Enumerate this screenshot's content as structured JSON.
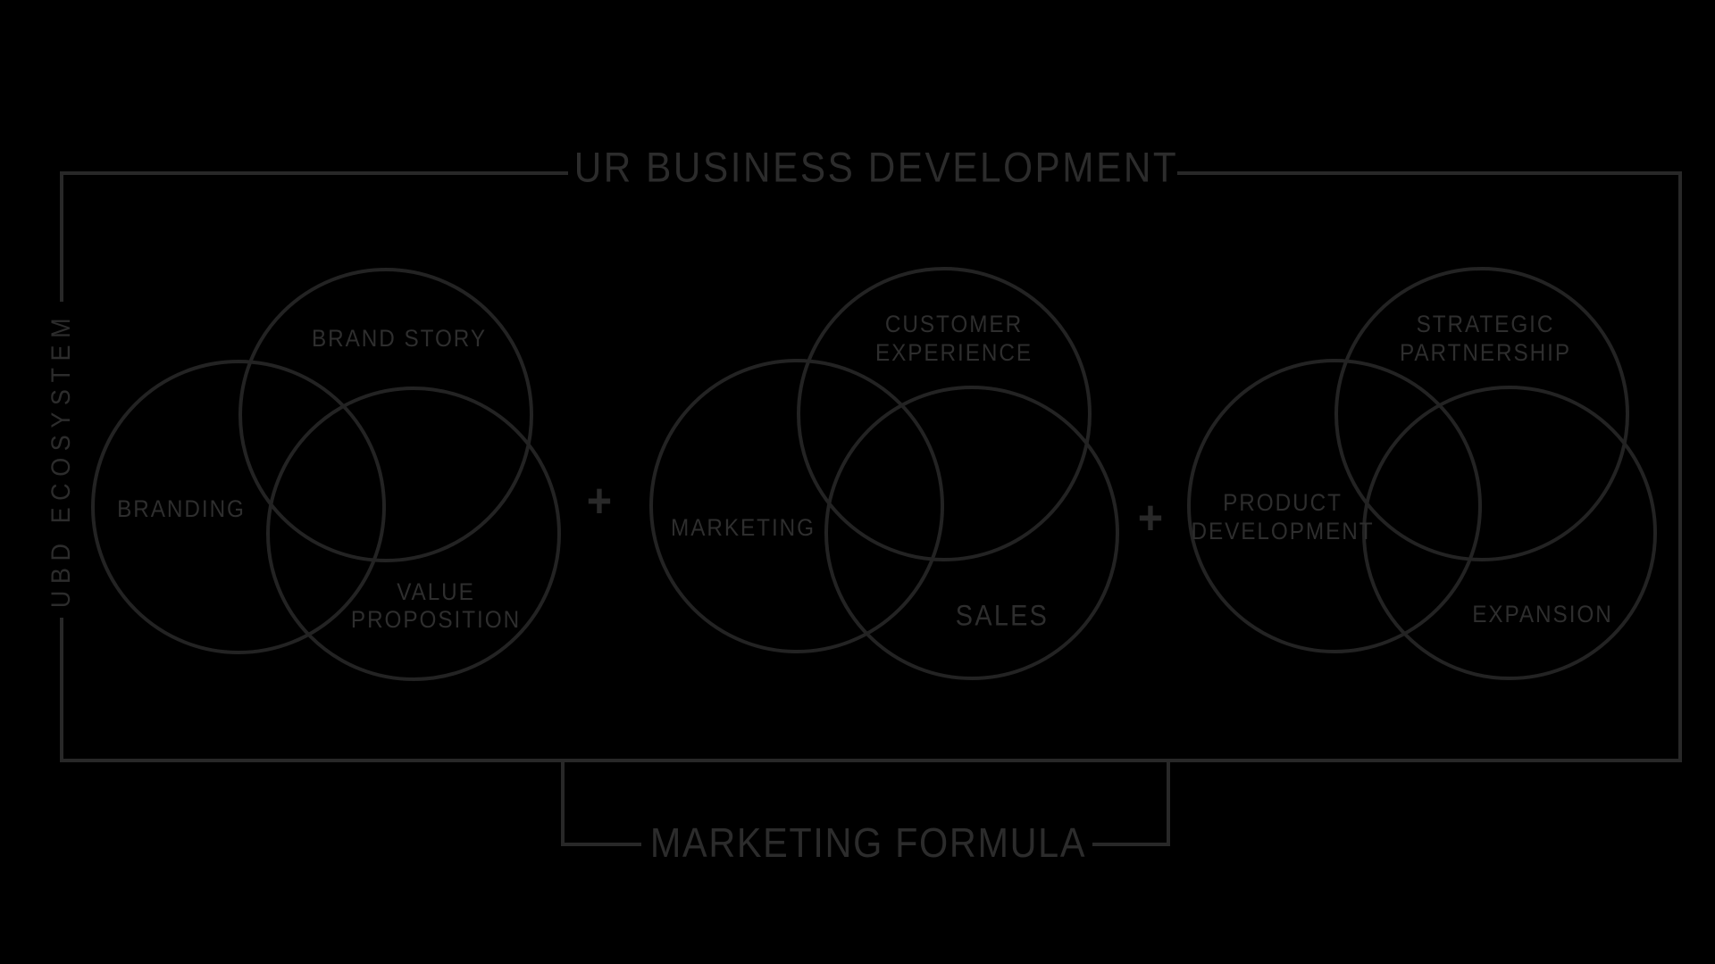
{
  "header": {
    "title": "UR BUSINESS DEVELOPMENT"
  },
  "left_rail": {
    "label": "UBD ECOSYSTEM"
  },
  "footer": {
    "label": "MARKETING FORMULA"
  },
  "formula": {
    "plus_left": "+",
    "plus_right": "+"
  },
  "colors": {
    "background": "#000000",
    "circle_stroke": "#232323",
    "frame_stroke": "#282828",
    "text": "#2e2e2e"
  },
  "clusters": [
    {
      "name": "branding-cluster",
      "circles": [
        {
          "id": "brand-story",
          "lines": [
            "BRAND STORY"
          ]
        },
        {
          "id": "branding",
          "lines": [
            "BRANDING"
          ]
        },
        {
          "id": "value-proposition",
          "lines": [
            "VALUE",
            "PROPOSITION"
          ]
        }
      ]
    },
    {
      "name": "marketing-cluster",
      "circles": [
        {
          "id": "customer-experience",
          "lines": [
            "CUSTOMER",
            "EXPERIENCE"
          ]
        },
        {
          "id": "marketing",
          "lines": [
            "MARKETING"
          ]
        },
        {
          "id": "sales",
          "lines": [
            "SALES"
          ]
        }
      ]
    },
    {
      "name": "growth-cluster",
      "circles": [
        {
          "id": "strategic-partnership",
          "lines": [
            "STRATEGIC",
            "PARTNERSHIP"
          ]
        },
        {
          "id": "product-development",
          "lines": [
            "PRODUCT",
            "DEVELOPMENT"
          ]
        },
        {
          "id": "expansion",
          "lines": [
            "EXPANSION"
          ]
        }
      ]
    }
  ]
}
